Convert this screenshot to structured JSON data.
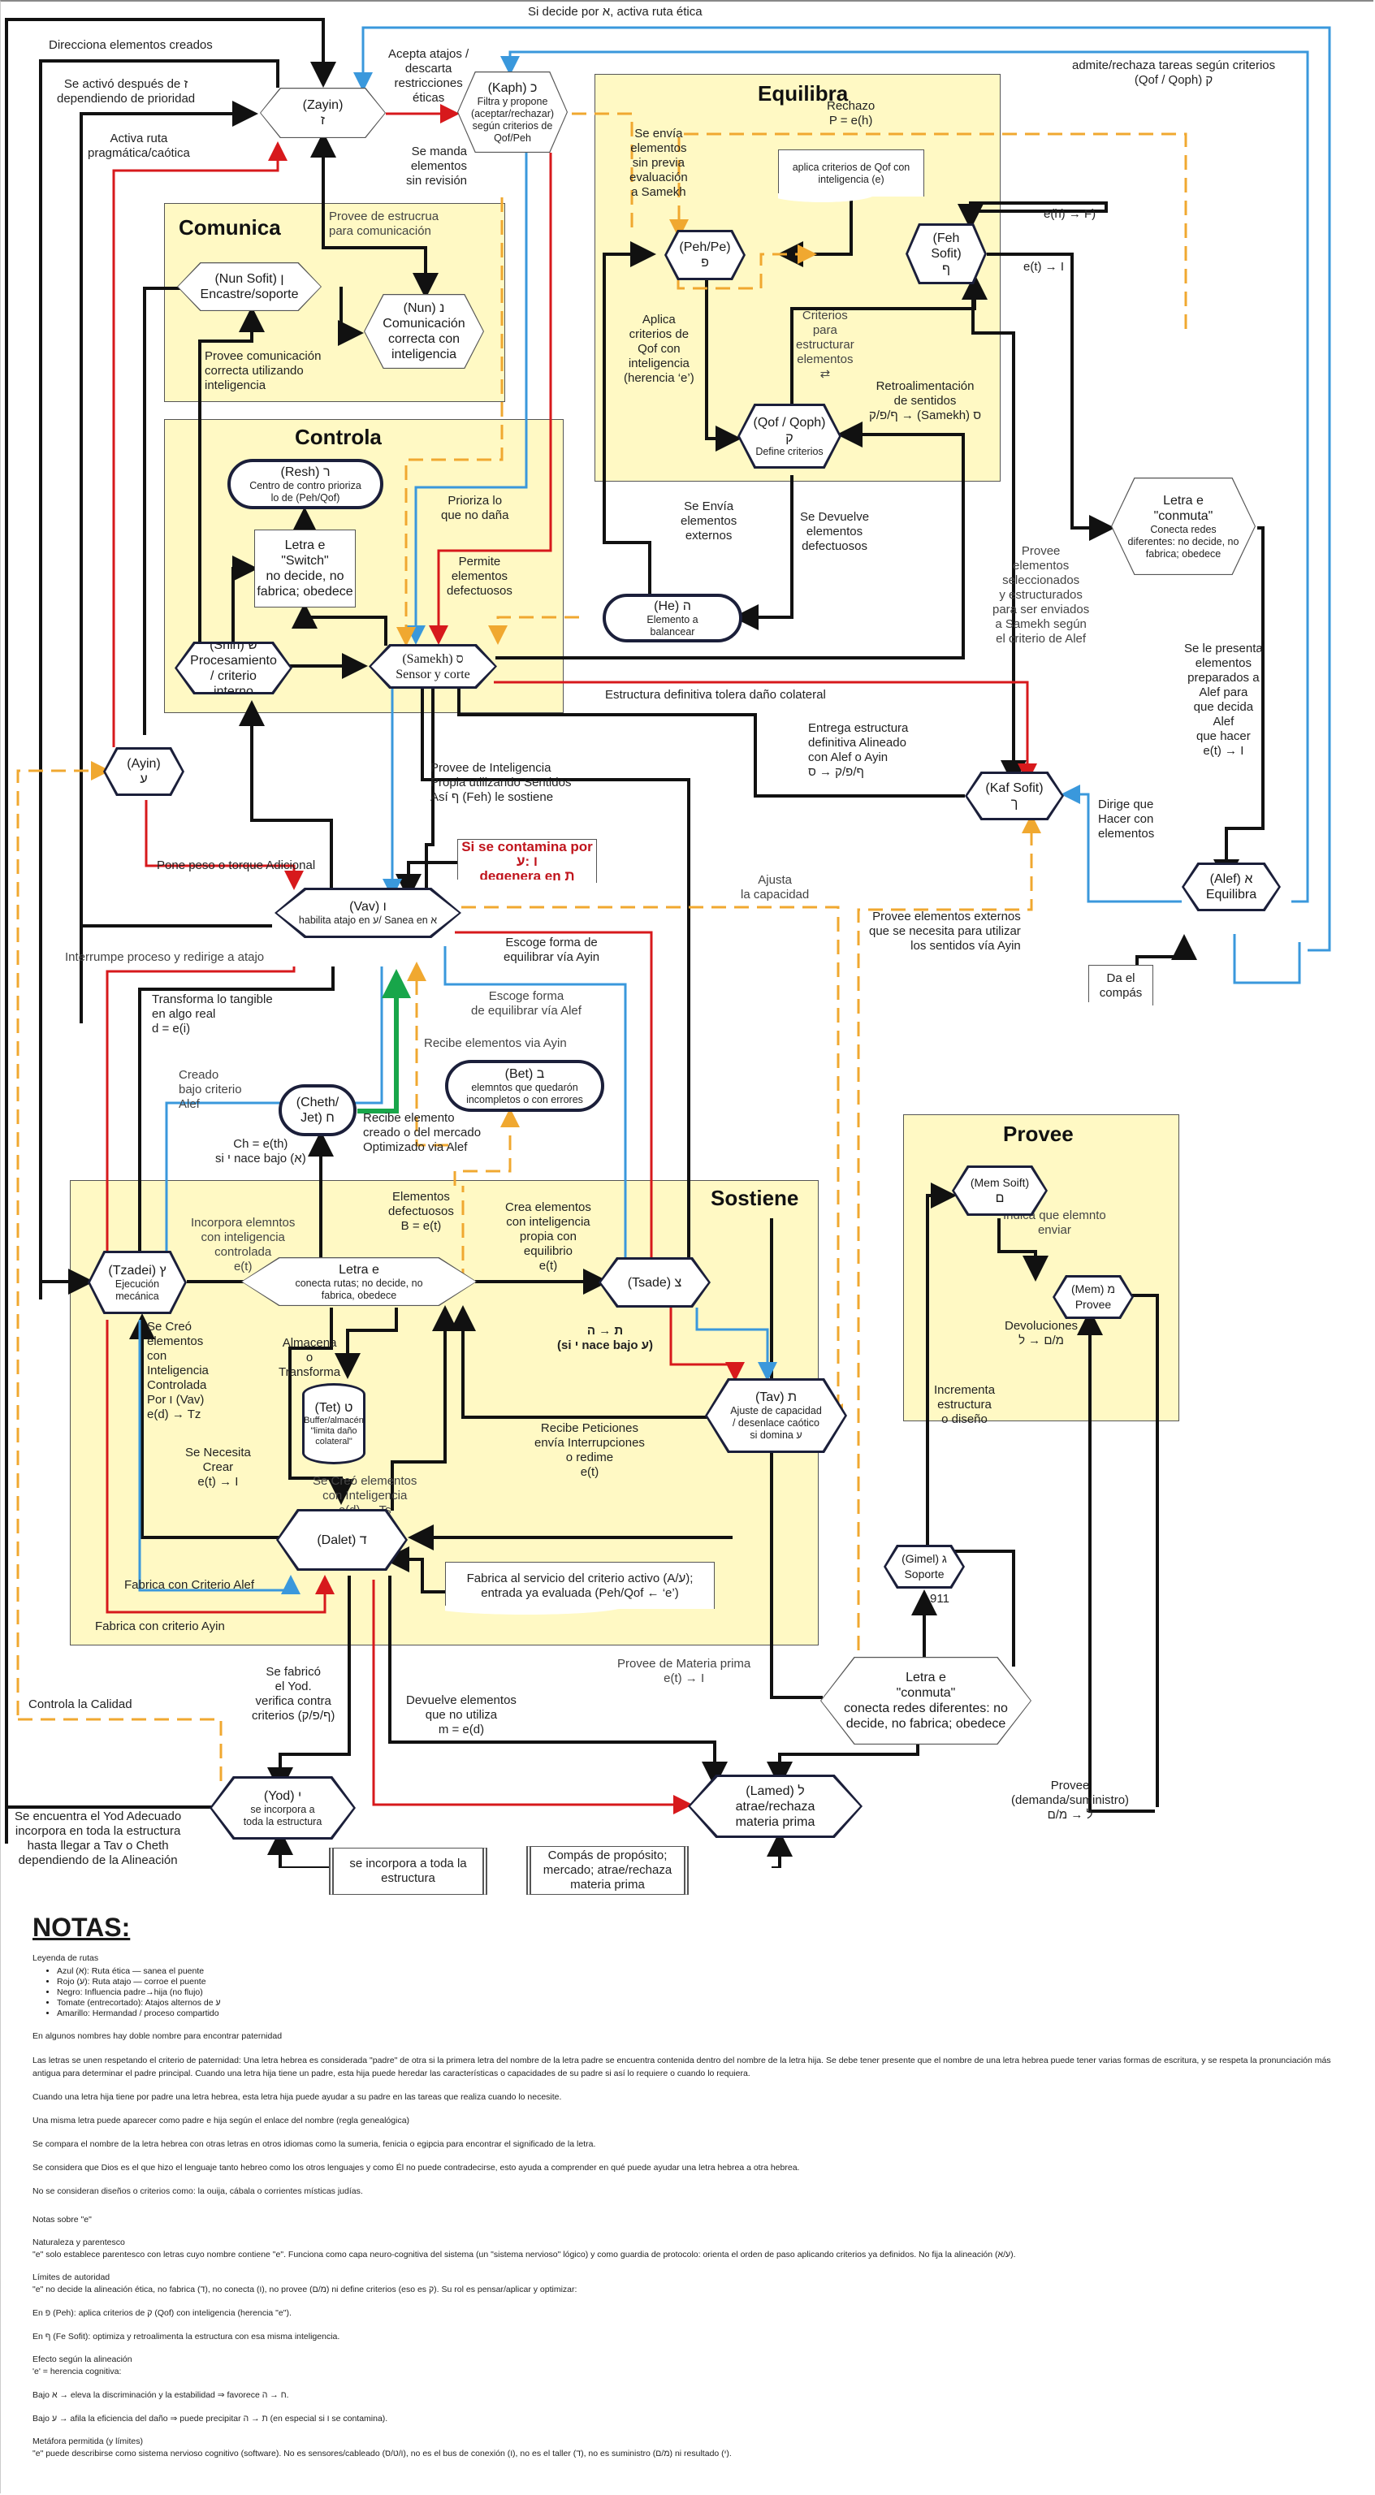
{
  "diagram": {
    "groups": {
      "comunica": "Comunica",
      "controla": "Controla",
      "equilibra": "Equilibra",
      "sostiene": "Sostiene",
      "provee": "Provee"
    },
    "nodes": {
      "zayin": {
        "title": "(Zayin)",
        "sub": "ז"
      },
      "kaph": {
        "title": "(Kaph) כ",
        "sub": "Filtra y propone (aceptar/rechazar) según criterios de Qof/Peh"
      },
      "nun_sofit": {
        "title": "(Nun Sofit) ן",
        "sub": "Encastre/soporte"
      },
      "nun": {
        "title": "(Nun) נ",
        "sub": "Comunicación correcta con inteligencia"
      },
      "resh": {
        "title": "(Resh) ר",
        "sub": "Centro de contro prioriza lo de (Peh/Qof)"
      },
      "switch": {
        "title": "Letra e \"Switch\"",
        "sub": "no decide, no fabrica; obedece"
      },
      "shin": {
        "title": "(Shin) ש",
        "sub": "Procesamiento / criterio interno"
      },
      "samekh": {
        "title": "(Samekh) ס",
        "sub": "Sensor y corte"
      },
      "peh": {
        "title": "(Peh/Pe)",
        "sub": "פ"
      },
      "feh_sofit": {
        "title": "(Feh Sofit)",
        "sub": "ף"
      },
      "qof": {
        "title": "(Qof / Qoph)",
        "sub": "ק",
        "sub2": "Define criterios"
      },
      "he": {
        "title": "(He) ה",
        "sub": "Elemento a balancear"
      },
      "conmuta_top": {
        "title": "Letra e \"conmuta\"",
        "sub": "Conecta redes diferentes: no decide, no fabrica; obedece"
      },
      "kaf_sofit": {
        "title": "(Kaf Sofit)",
        "sub": "ך"
      },
      "alef": {
        "title": "(Alef) א",
        "sub": "Equilibra"
      },
      "ayin": {
        "title": "(Ayin)",
        "sub": "ע"
      },
      "vav": {
        "title": "(Vav) ו",
        "sub": "habilita atajo en ע/  Sanea en א"
      },
      "cheth": {
        "title": "(Cheth/ Jet) ח",
        "sub": ""
      },
      "bet": {
        "title": "(Bet) ב",
        "sub": "elemntos que quedarón incompletos o con errores"
      },
      "tzadei": {
        "title": "(Tzadei) ץ",
        "sub": "Ejecución mecánica"
      },
      "letra_e_mid": {
        "title": "Letra e",
        "sub": "conecta rutas; no decide, no fabrica, obedece"
      },
      "tsade": {
        "title": "(Tsade) צ",
        "sub": ""
      },
      "tet": {
        "title": "(Tet) ט",
        "sub": "Buffer/almacén \"limita daño colateral\""
      },
      "tav": {
        "title": "(Tav) ת",
        "sub": "Ajuste de capacidad / desenlace caótico si domina ע"
      },
      "dalet": {
        "title": "(Dalet) ד",
        "sub": ""
      },
      "mem_sofit": {
        "title": "(Mem Soift)",
        "sub": "ם"
      },
      "mem": {
        "title": "(Mem) מ",
        "sub": "Provee"
      },
      "gimel": {
        "title": "(Gimel) ג",
        "sub": "Soporte"
      },
      "conmuta_bottom": {
        "title": "Letra e \"conmuta\"",
        "sub": "conecta redes diferentes: no decide, no fabrica; obedece"
      },
      "yod": {
        "title": "(Yod) י",
        "sub": "se incorpora a toda la estructura"
      },
      "lamed": {
        "title": "(Lamed) ל",
        "sub": "atrae/rechaza materia prima"
      }
    },
    "docs": {
      "qof_doc": "aplica criterios de Qof con inteligencia (e)",
      "contamina": "Si se contamina por ו :ע\ndegenera en ת",
      "compas": "Da el\ncompás",
      "fabrica": "Fabrica al servicio del criterio activo (A/ע);\nentrada ya evaluada (Peh/Qof ← ‘e’)",
      "incorpora": "se incorpora a toda la\nestructura",
      "proposito": "Compás de propósito;\nmercado; atrae/rechaza\nmateria prima"
    },
    "labels": {
      "si_decide": "Si decide por א, activa ruta ética",
      "direcciona": "Direcciona elementos creados",
      "se_activo": "Se activó después de ז\ndependiendo de prioridad",
      "activa_ruta": "Activa ruta\npragmática/caótica",
      "acepta_atajos": "Acepta atajos /\ndescarta\nrestricciones\néticas",
      "se_manda": "Se manda\nelementos\nsin revisión",
      "admite": "admite/rechaza tareas según criterios\n(Qof / Qoph) ק",
      "rechazo": "Rechazo\nP = e(h)",
      "se_envia_sin": "Se envía\nelementos\nsin previa\nevaluación\na Samekh",
      "eh_f": "e(h) → F)",
      "et_i_top": "e(t) → I",
      "provee_estructura": "Provee de estrucrua\npara comunicación",
      "provee_comunicacion": "Provee comunicación\ncorrecta utilizando\ninteligencia",
      "aplica_criterios": "Aplica\ncriterios de\nQof con\ninteligencia\n(herencia ‘e’)",
      "criterios_para": "Criterios\npara\nestructurar\nelementos\n⇄",
      "retroalimentacion": "Retroalimentación\nde sentidos\nף/פ/ק → (Samekh) ס",
      "prioriza": "Prioriza lo\nque no daña",
      "permite": "Permite\nelementos\ndefectuosos",
      "se_envia_externos": "Se Envía\nelementos\nexternos",
      "se_devuelve": "Se Devuelve\nelementos\ndefectuosos",
      "provee_seleccionados": "Provee\nelementos\nseleccionados\ny estructurados\npara ser enviados\na Samekh según\nel criterio de Alef",
      "se_le_presenta": "Se le presenta\nelementos\npreparados a\nAlef para\nque decida\nAlef\nque hacer\ne(t) → I",
      "estructura_definitiva": "Estructura definitiva tolera daño colateral",
      "entrega": "Entrega estructura\ndefinitiva Alineado\ncon Alef o Ayin\nף/פ/ק → ס",
      "provee_inteligencia": "Provee de Inteligencia\nPropia utilizando Sentidos\nAsí ף (Feh) le sostiene",
      "dirige": "Dirige que\nHacer con\nelementos",
      "pone_peso": "Pone peso o torque Adicional",
      "ajusta": "Ajusta\nla capacidad",
      "provee_externos": "Provee elementos externos\nque se necesita para utilizar\nlos sentidos vía Ayin",
      "interrumpe": "Interrumpe proceso y redirige a atajo",
      "escoge_ayin": "Escoge forma de\nequilibrar vía Ayin",
      "escoge_alef": "Escoge forma\nde equilibrar vía Alef",
      "recibe_ayin": "Recibe elementos via Ayin",
      "transforma": "Transforma lo  tangible\nen algo real\nd = e(i)",
      "creado_bajo": "Creado\nbajo criterio\nAlef",
      "recibe_elemento": "Recibe elemento\ncreado o del mercado\nOptimizado via Alef",
      "ch_eth": "Ch = e(th)\nsi י nace bajo (א)",
      "elementos_defectuosos": "Elementos\ndefectuosos\nB = e(t)",
      "incorpora": "Incorpora elemntos\ncon inteligencia\ncontrolada\ne(t)",
      "crea_elementos": "Crea elementos\ncon inteligencia\npropia con\nequilibrio\ne(t)",
      "tav_he": "ת → ה\n(si י nace bajo ע)",
      "se_creo_controlada": "Se Creó\nelementos\ncon\nInteligencia\nControlada\nPor ו (Vav)\ne(d) → Tz",
      "almacena": "Almacena\no\nTransforma",
      "se_necesita": "Se Necesita\nCrear\ne(t) → I",
      "se_creo_inteligencia": "Se Creó elementos\ncon Inteligencia\ne(d) → Ts",
      "recibe_peticiones": "Recibe Peticiones\nenvía Interrupciones\no redime\ne(t)",
      "fabrica_alef": "Fabrica con Criterio Alef",
      "fabrica_ayin": "Fabrica con criterio Ayin",
      "indica": "Indica que elemnto\nenviar",
      "devoluciones": "Devoluciones\nמ/ם → ל",
      "incrementa": "Incrementa\nestructura\no diseño",
      "n911": "911",
      "provee_materia": "Provee de Materia prima\ne(t) → I",
      "controla_calidad": "Controla la Calidad",
      "se_fabrico": "Se fabricó\nel Yod.\nverifica contra\ncriterios (ף/פ/ק)",
      "devuelve": "Devuelve elementos\nque no utiliza\nm = e(d)",
      "se_encuentra": "Se encuentra el Yod Adecuado\nincorpora en toda la estructura\nhasta llegar a Tav o Cheth\ndependiendo de la Alineación",
      "provee_demanda": "Provee\n(demanda/suministro)\nל → מ/ם"
    },
    "colors": {
      "ethical_blue": "#3a98dc",
      "shortcut_red": "#d7191c",
      "influence_black": "#111111",
      "alternate_orange": "#f0a830",
      "green": "#18a64a",
      "group_yellow": "#fff9c4",
      "node_border": "#1b1f3a"
    }
  },
  "notes": {
    "title": "NOTAS:",
    "legend_title": "Leyenda de rutas",
    "legend": [
      "Azul (א): Ruta ética — sanea el puente",
      "Rojo (ע): Ruta atajo — corroe el puente",
      "Negro: Influencia padre→hija (no flujo)",
      "Tomate (entrecortado): Atajos alternos de ע",
      "Amarillo: Hermandad / proceso compartido"
    ],
    "paragraphs": [
      "En algunos nombres hay doble nombre para encontrar paternidad",
      "Las letras se unen respetando el criterio de paternidad: Una letra hebrea es considerada \"padre\" de otra si la primera letra del nombre de la letra padre se encuentra contenida dentro del nombre de la letra hija. Se debe tener presente que el nombre de una letra hebrea puede tener varias formas de escritura, y se respeta la pronunciación más antigua para determinar el padre principal. Cuando una letra hija tiene un padre, esta hija puede heredar las características o capacidades de su padre si así lo requiere o cuando lo requiera.",
      "Cuando una letra hija tiene por padre una letra hebrea, esta letra hija puede ayudar a su padre en las tareas que realiza cuando lo necesite.",
      "Una misma letra puede aparecer como padre e hija según el enlace del nombre (regla genealógica)",
      "Se compara el nombre de la letra hebrea con otras letras en otros idiomas como la sumeria, fenicia o egipcia para encontrar el significado de la letra.",
      "Se considera que Dios es el que hizo el lenguaje tanto hebreo como los otros lenguajes y como Él no puede contradecirse, esto ayuda a comprender en qué puede ayudar una letra hebrea a otra hebrea.",
      "No se consideran diseños o criterios como: la ouija, cábala o corrientes místicas judías."
    ],
    "e_notes_title": "Notas sobre \"e\"",
    "e_sections": [
      {
        "heading": "Naturaleza y parentesco",
        "text": "\"e\" solo establece parentesco con letras cuyo nombre contiene \"e\". Funciona como capa neuro-cognitiva del sistema (un \"sistema nervioso\" lógico) y como guardia de protocolo: orienta el orden de paso aplicando criterios ya definidos. No fija la alineación (ע/א)."
      },
      {
        "heading": "Límites de autoridad",
        "text": "\"e\" no decide la alineación ética, no fabrica (ד), no conecta (ו), no provee (מ/ם) ni define criterios (eso es ק). Su rol es pensar/aplicar y optimizar:"
      },
      {
        "heading": "",
        "text": "En פ (Peh): aplica criterios de ק (Qof) con inteligencia (herencia \"e\")."
      },
      {
        "heading": "",
        "text": "En ף (Fe Sofit): optimiza y retroalimenta la estructura con esa misma inteligencia."
      },
      {
        "heading": "Efecto según la alineación",
        "text": "'e' = herencia cognitiva:"
      },
      {
        "heading": "",
        "text": "Bajo א → eleva la discriminación y la estabilidad ⇒ favorece ח → ה."
      },
      {
        "heading": "",
        "text": "Bajo ע → afila la eficiencia del daño ⇒ puede precipitar ת → ה (en especial si ו se contamina)."
      },
      {
        "heading": "Metáfora permitida (y límites)",
        "text": "\"e\" puede describirse como sistema nervioso cognitivo (software). No es sensores/cableado (ו/ט/ס), no es el bus de conexión (ו), no es el taller (ד), no es suministro (מ/ם) ni resultado (י)."
      }
    ]
  }
}
